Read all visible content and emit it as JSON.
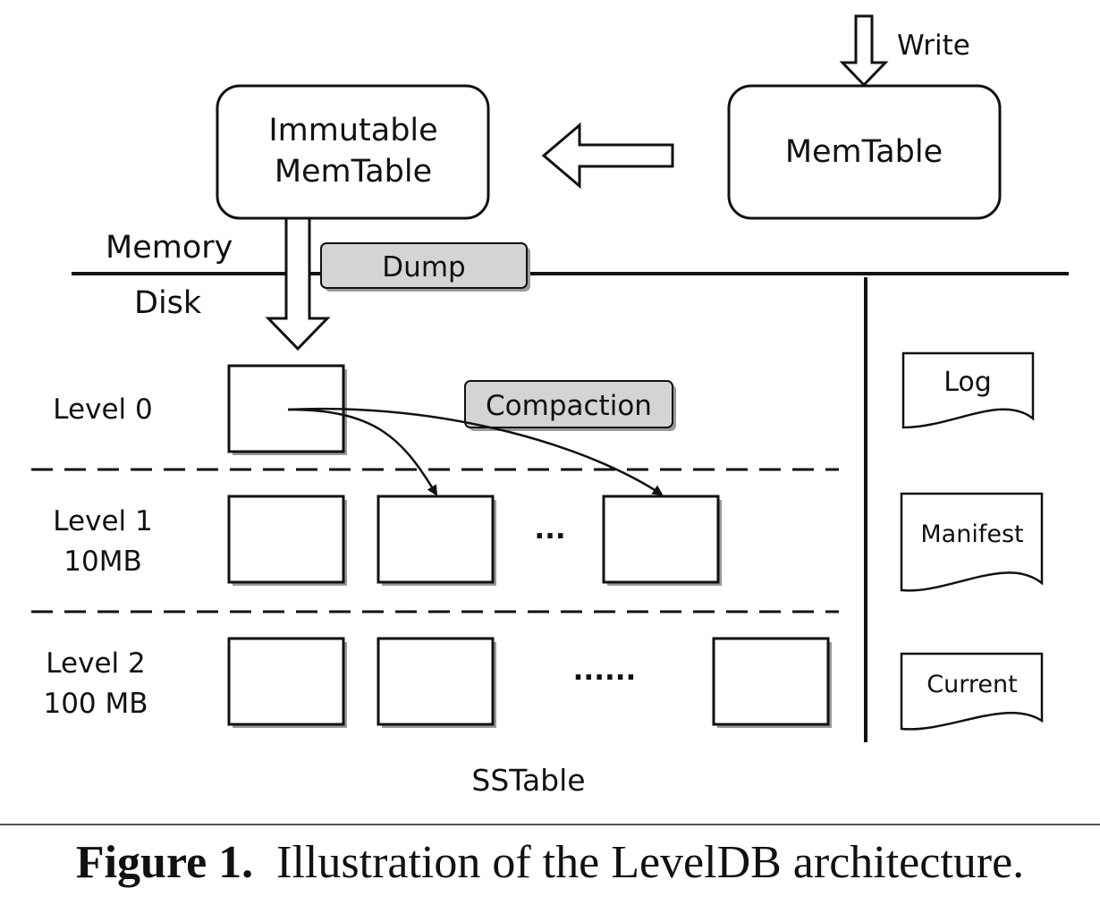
{
  "labels": {
    "write": "Write",
    "immutable_line1": "Immutable",
    "immutable_line2": "MemTable",
    "memtable": "MemTable",
    "memory": "Memory",
    "disk": "Disk",
    "dump": "Dump",
    "compaction": "Compaction",
    "level0": "Level 0",
    "level1_line1": "Level 1",
    "level1_line2": "10MB",
    "level2_line1": "Level 2",
    "level2_line2": "100 MB",
    "level1_ellipsis": "...",
    "level2_ellipsis": "......",
    "sstable": "SSTable",
    "log": "Log",
    "manifest": "Manifest",
    "current": "Current"
  },
  "caption": {
    "number": "Figure 1.",
    "text": "Illustration of the LevelDB architecture."
  },
  "colors": {
    "stroke": "#111111",
    "tag_fill": "#d4d4d4",
    "box_shadow": "#9a9a9a"
  }
}
